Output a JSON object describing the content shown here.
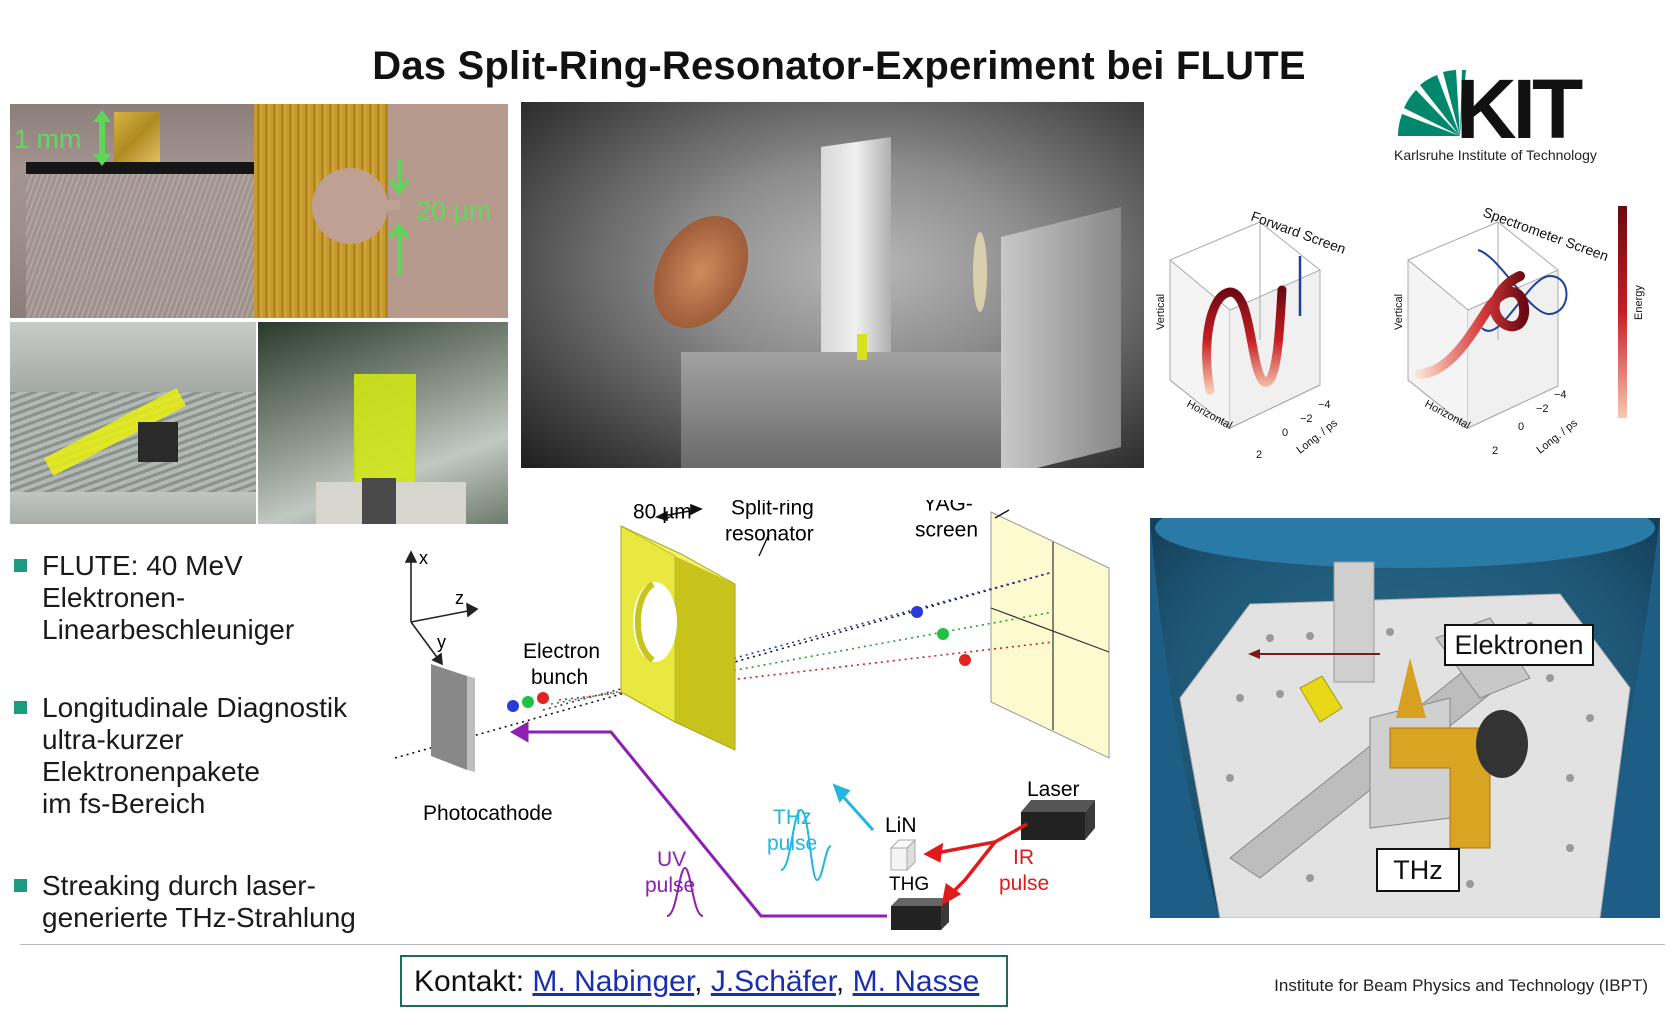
{
  "slide": {
    "title": "Das Split-Ring-Resonator-Experiment bei FLUTE",
    "logo": {
      "letters": "KIT",
      "subtitle": "Karlsruhe Institute of Technology"
    },
    "footer": "Institute for Beam Physics and Technology (IBPT)"
  },
  "photos": {
    "dim_1mm": "1 mm",
    "dim_20um": "20 µm"
  },
  "bullets": [
    {
      "text": "FLUTE: 40 MeV\nElektronen-\nLinearbeschleuniger"
    },
    {
      "text": "Longitudinale Diagnostik\nultra-kurzer\nElektronenpakete\nim fs-Bereich"
    },
    {
      "text": "Streaking durch laser-\ngenerierte THz-Strahlung"
    }
  ],
  "contact": {
    "label": "Kontakt:",
    "names": [
      "M. Nabinger",
      "J.Schäfer",
      "M. Nasse"
    ]
  },
  "plots": {
    "left": {
      "title": "Forward Screen",
      "ylabel": "Vertical",
      "xlabel": "Horizontal",
      "zlabel": "Long. / ps",
      "ticks": [
        "−4",
        "−2",
        "0",
        "2"
      ]
    },
    "right": {
      "title": "Spectrometer Screen",
      "ylabel": "Vertical",
      "xlabel": "Horizontal",
      "zlabel": "Long. / ps",
      "ticks": [
        "−4",
        "−2",
        "0",
        "2"
      ],
      "colorbar_label": "Energy"
    }
  },
  "schematic": {
    "axis_x": "x",
    "axis_y": "y",
    "axis_z": "z",
    "width": "80 µm",
    "srr": [
      "Split-ring",
      "resonator"
    ],
    "yag": [
      "YAG-",
      "screen"
    ],
    "bunch": [
      "Electron",
      "bunch"
    ],
    "photocathode": "Photocathode",
    "laser": "Laser",
    "lin": "LiN",
    "thg": "THG",
    "thz": [
      "THz",
      "pulse"
    ],
    "uv": [
      "UV",
      "pulse"
    ],
    "ir": [
      "IR",
      "pulse"
    ]
  },
  "render3d": {
    "elektronen": "Elektronen",
    "thz": "THz"
  },
  "colors": {
    "accent_green": "#1e9a7f",
    "kit_green": "#00876c",
    "link_blue": "#1a2fb0",
    "thz_cyan": "#22b6e0",
    "uv_purple": "#8e1fb3",
    "ir_red": "#e01a1a",
    "srr_yellow": "#e8e840"
  }
}
